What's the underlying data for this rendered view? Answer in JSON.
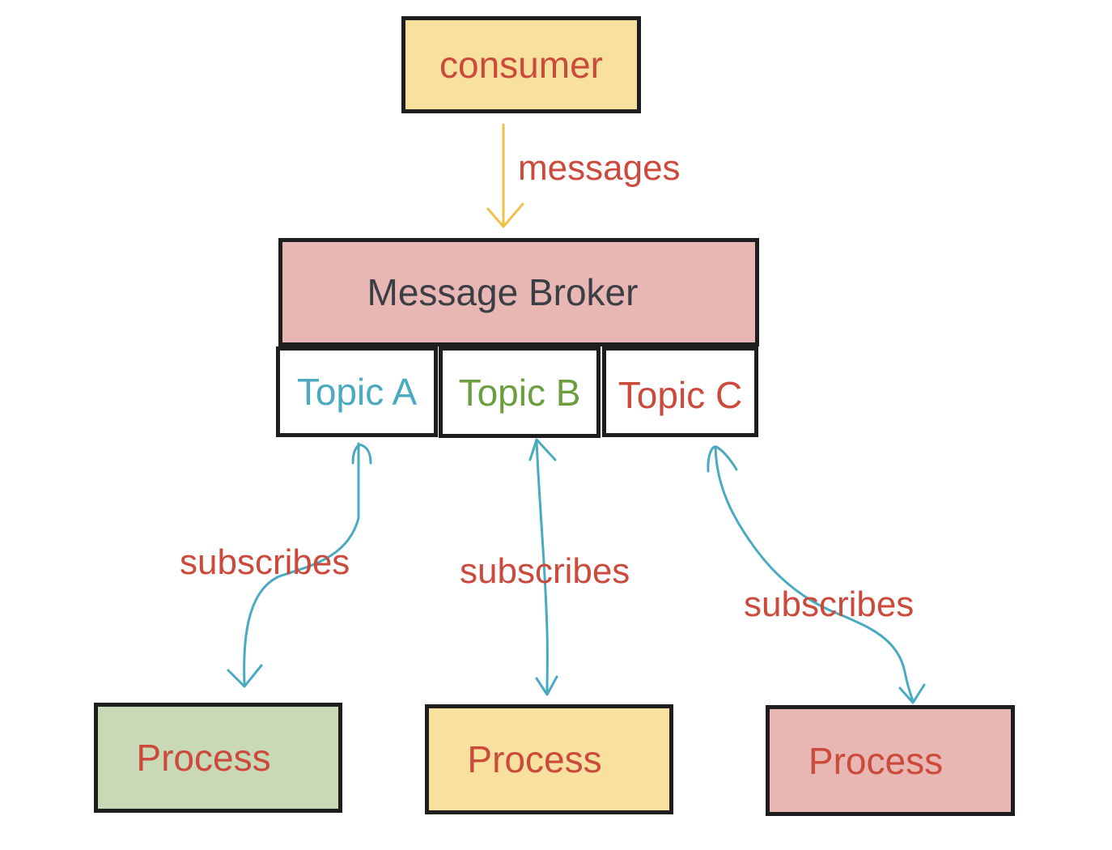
{
  "nodes": {
    "consumer": "consumer",
    "broker": "Message Broker",
    "topic_a": "Topic A",
    "topic_b": "Topic B",
    "topic_c": "Topic C",
    "process_1": "Process",
    "process_2": "Process",
    "process_3": "Process"
  },
  "edges": {
    "messages": "messages",
    "subscribes_1": "subscribes",
    "subscribes_2": "subscribes",
    "subscribes_3": "subscribes"
  },
  "colors": {
    "consumer_fill": "#f8e19e",
    "broker_fill": "#e8b7b3",
    "process_1_fill": "#c9d9b6",
    "process_2_fill": "#f8e19e",
    "process_3_fill": "#e8b7b3",
    "red_text": "#cc4a3b",
    "dark_text": "#3b3f45",
    "topic_a_text": "#4aaac0",
    "topic_b_text": "#6a9e3e",
    "topic_c_text": "#cc4a3b",
    "messages_arrow": "#f0c04a",
    "subscribe_arrow": "#4aaac0"
  }
}
